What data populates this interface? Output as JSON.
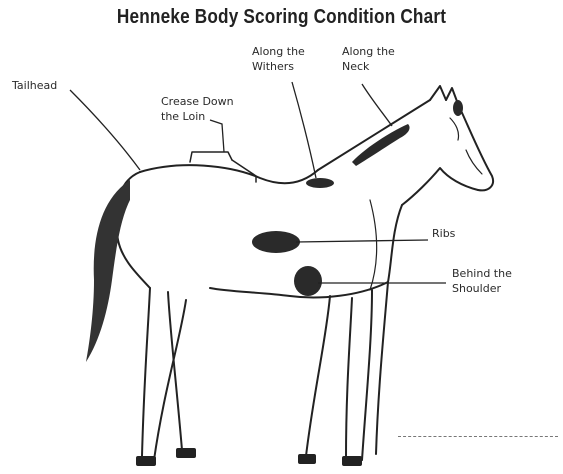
{
  "title": "Henneke Body Scoring Condition Chart",
  "labels": {
    "tailhead": "Tailhead",
    "crease": "Crease Down\nthe Loin",
    "withers": "Along the\nWithers",
    "neck": "Along the\nNeck",
    "ribs": "Ribs",
    "shoulder": "Behind the\nShoulder"
  },
  "colors": {
    "line": "#222222",
    "mark": "#2a2a2a",
    "tail": "#333333"
  }
}
